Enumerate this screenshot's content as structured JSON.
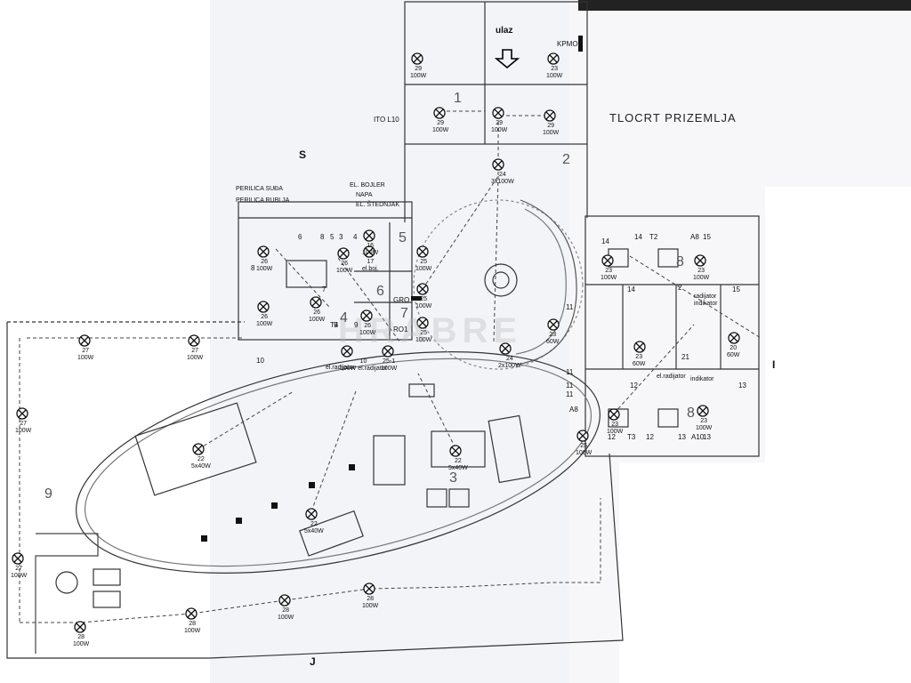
{
  "plan": {
    "title": "TLOCRT PRIZEMLJA",
    "entrance": "ulaz",
    "side_s": "S",
    "side_j": "J",
    "side_i": "I",
    "ito": "ITO L10",
    "kpmo": "KPMO",
    "gro": "GRO",
    "ro1": "RO1",
    "appliances": [
      "PERILICA SUĐA",
      "PERILICA RUBLJA",
      "EL. BOJLER",
      "NAPA",
      "EL. ŠTEDNJAK"
    ],
    "rooms": [
      "1",
      "2",
      "3",
      "4",
      "5",
      "6",
      "7",
      "8",
      "8",
      "9"
    ],
    "fixtures": [
      {
        "num": "29",
        "watt": "100W"
      },
      {
        "num": "23",
        "watt": "100W"
      },
      {
        "num": "29",
        "watt": "100W"
      },
      {
        "num": "29",
        "watt": "100W"
      },
      {
        "num": "29",
        "watt": "100W"
      },
      {
        "num": "24",
        "watt": "3x100W"
      },
      {
        "num": "24",
        "watt": "2x100W"
      },
      {
        "num": "26",
        "watt": "100W"
      },
      {
        "num": "26",
        "watt": "100W"
      },
      {
        "num": "26",
        "watt": "100W"
      },
      {
        "num": "26",
        "watt": "100W"
      },
      {
        "num": "25",
        "watt": "100W"
      },
      {
        "num": "25",
        "watt": "100W"
      },
      {
        "num": "25",
        "watt": "100W"
      },
      {
        "num": "16",
        "watt": "100W"
      },
      {
        "num": "17",
        "watt": "el.boj."
      },
      {
        "num": "26",
        "watt": "100W"
      },
      {
        "num": "10",
        "watt": "100W el.radijator"
      },
      {
        "num": "25-1",
        "watt": "100W"
      },
      {
        "num": "27",
        "watt": "100W"
      },
      {
        "num": "27",
        "watt": "100W"
      },
      {
        "num": "27",
        "watt": "100W"
      },
      {
        "num": "27",
        "watt": "100W"
      },
      {
        "num": "22",
        "watt": "5x40W"
      },
      {
        "num": "22",
        "watt": "5x40W"
      },
      {
        "num": "22",
        "watt": "5x40W"
      },
      {
        "num": "28",
        "watt": "100W"
      },
      {
        "num": "28",
        "watt": "100W"
      },
      {
        "num": "28",
        "watt": "100W"
      },
      {
        "num": "28",
        "watt": "100W"
      },
      {
        "num": "23",
        "watt": "100W"
      },
      {
        "num": "23",
        "watt": "100W"
      },
      {
        "num": "23",
        "watt": "60W"
      },
      {
        "num": "23",
        "watt": "60W"
      },
      {
        "num": "23",
        "watt": "100W"
      },
      {
        "num": "23",
        "watt": "100W"
      },
      {
        "num": "25",
        "watt": "100W"
      },
      {
        "num": "20",
        "watt": "60W"
      }
    ],
    "small_labels": [
      "8",
      "6",
      "5",
      "3",
      "4",
      "7",
      "8",
      "9",
      "T4",
      "9",
      "10",
      "11",
      "11",
      "11",
      "11",
      "12",
      "12",
      "12",
      "T2",
      "T3",
      "13",
      "13",
      "13",
      "14",
      "14",
      "14",
      "15",
      "15",
      "A8",
      "A8",
      "A10",
      "21",
      "2"
    ],
    "misc": [
      "el.radijator",
      "el.radijator",
      "radijator",
      "indikator",
      "indikator"
    ]
  }
}
